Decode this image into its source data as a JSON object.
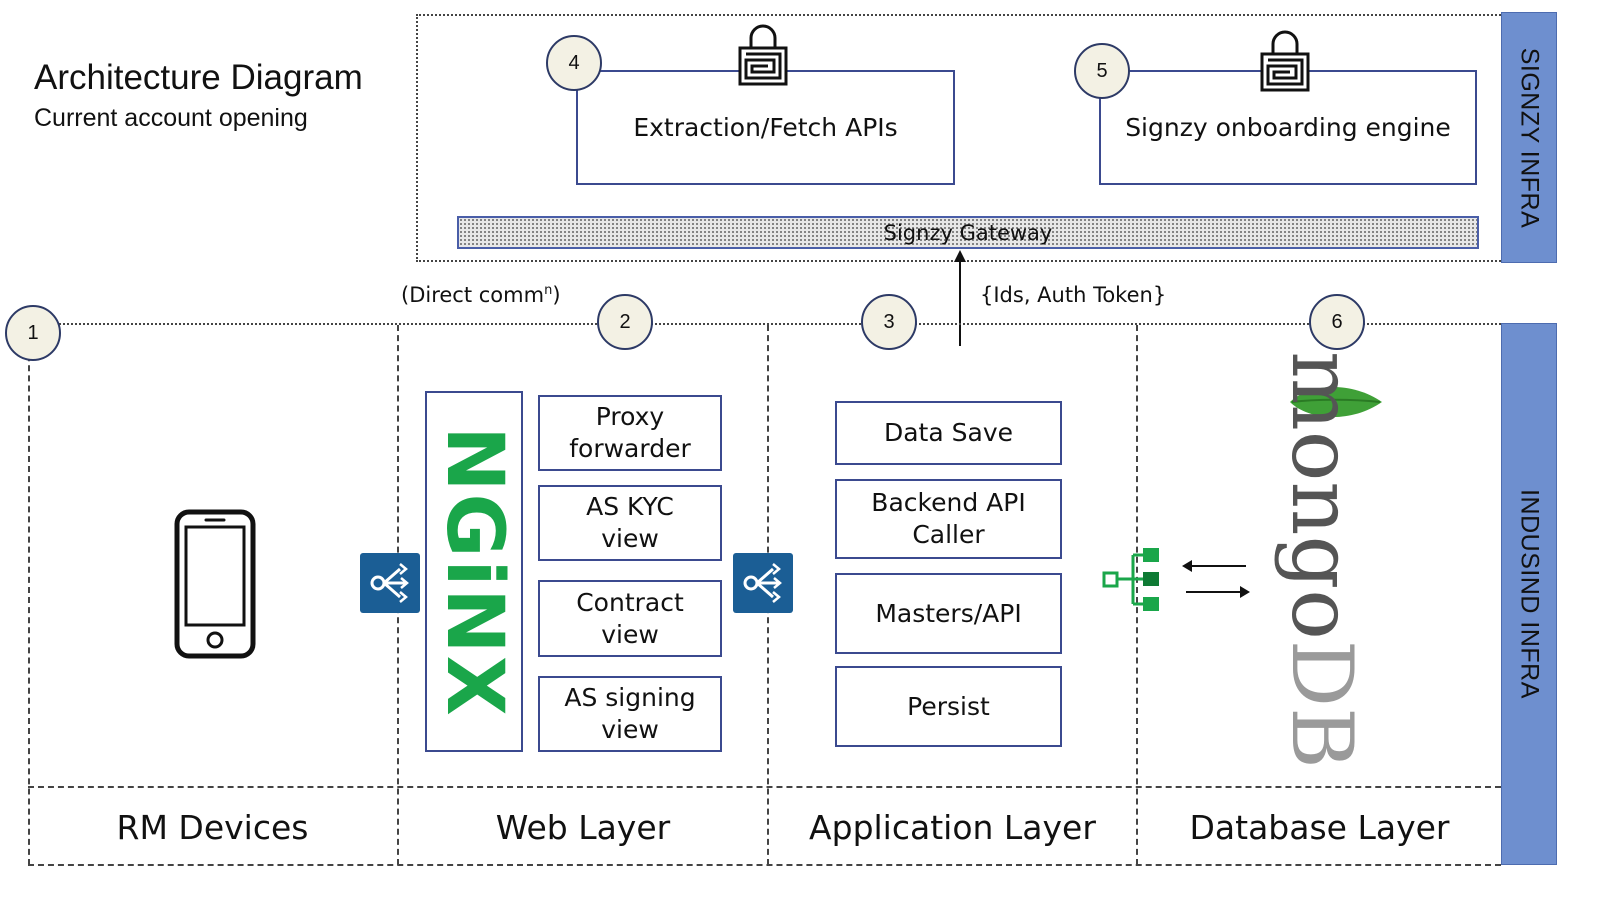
{
  "header": {
    "title": "Architecture Diagram",
    "subtitle": "Current account opening"
  },
  "infra": {
    "signzy": "SIGNZY INFRA",
    "indusind": "INDUSIND INFRA"
  },
  "signzy_zone": {
    "extraction_box": "Extraction/Fetch APIs",
    "onboarding_box": "Signzy onboarding engine",
    "gateway": "Signzy Gateway"
  },
  "annotations": {
    "direct_comm": "(Direct comm",
    "direct_comm_sup": "n",
    "direct_comm_close": ")",
    "ids_token": "{Ids, Auth Token}"
  },
  "badges": [
    "1",
    "2",
    "3",
    "4",
    "5",
    "6"
  ],
  "web_layer": {
    "nginx_logo": "NGiNX",
    "boxes": [
      {
        "line1": "Proxy",
        "line2": "forwarder"
      },
      {
        "line1": "AS KYC",
        "line2": "view"
      },
      {
        "line1": "Contract",
        "line2": "view"
      },
      {
        "line1": "AS signing",
        "line2": "view"
      }
    ]
  },
  "app_layer": {
    "boxes": [
      {
        "line1": "Data Save",
        "line2": ""
      },
      {
        "line1": "Backend API",
        "line2": "Caller"
      },
      {
        "line1": "Masters/API",
        "line2": ""
      },
      {
        "line1": "Persist",
        "line2": ""
      }
    ]
  },
  "database": {
    "logo_mongo": "mongo",
    "logo_db": "DB"
  },
  "layers": {
    "rm_devices": "RM Devices",
    "web": "Web Layer",
    "application": "Application Layer",
    "database": "Database Layer"
  },
  "colors": {
    "infra_bar": "#6e8fcf",
    "box_border": "#3b4a8f",
    "badge_fill": "#f3f1e4",
    "nginx_green": "#1aa64a",
    "lb_blue": "#1b5e95",
    "mongo_green": "#3fa037",
    "mongo_gray": "#8f8f8f"
  }
}
